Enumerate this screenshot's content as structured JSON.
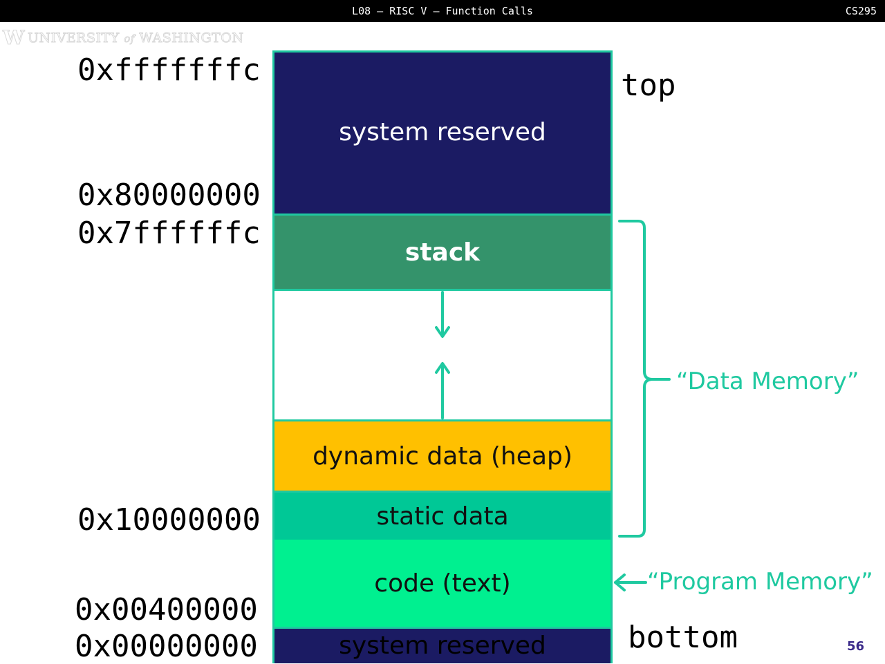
{
  "header": {
    "title": "L08 – RISC V – Function Calls",
    "course": "CS295"
  },
  "logo": {
    "text_university": "UNIVERSITY",
    "text_of": "of",
    "text_washington": "WASHINGTON"
  },
  "addresses": {
    "a1": "0xfffffffc",
    "a2": "0x80000000",
    "a3": "0x7ffffffc",
    "a4": "0x10000000",
    "a5": "0x00400000",
    "a6": "0x00000000"
  },
  "regions": {
    "system_reserved_top": "system reserved",
    "stack": "stack",
    "heap": "dynamic data (heap)",
    "static": "static data",
    "code": "code (text)",
    "system_reserved_bottom": "system reserved"
  },
  "labels": {
    "top": "top",
    "bottom": "bottom",
    "data_memory": "“Data Memory”",
    "program_memory": "“Program Memory”"
  },
  "page_number": "56",
  "colors": {
    "system_reserved": "#1b1b63",
    "stack": "#34936b",
    "heap": "#ffc000",
    "static": "#00c896",
    "code": "#00f090",
    "accent": "#1fc9a0"
  }
}
